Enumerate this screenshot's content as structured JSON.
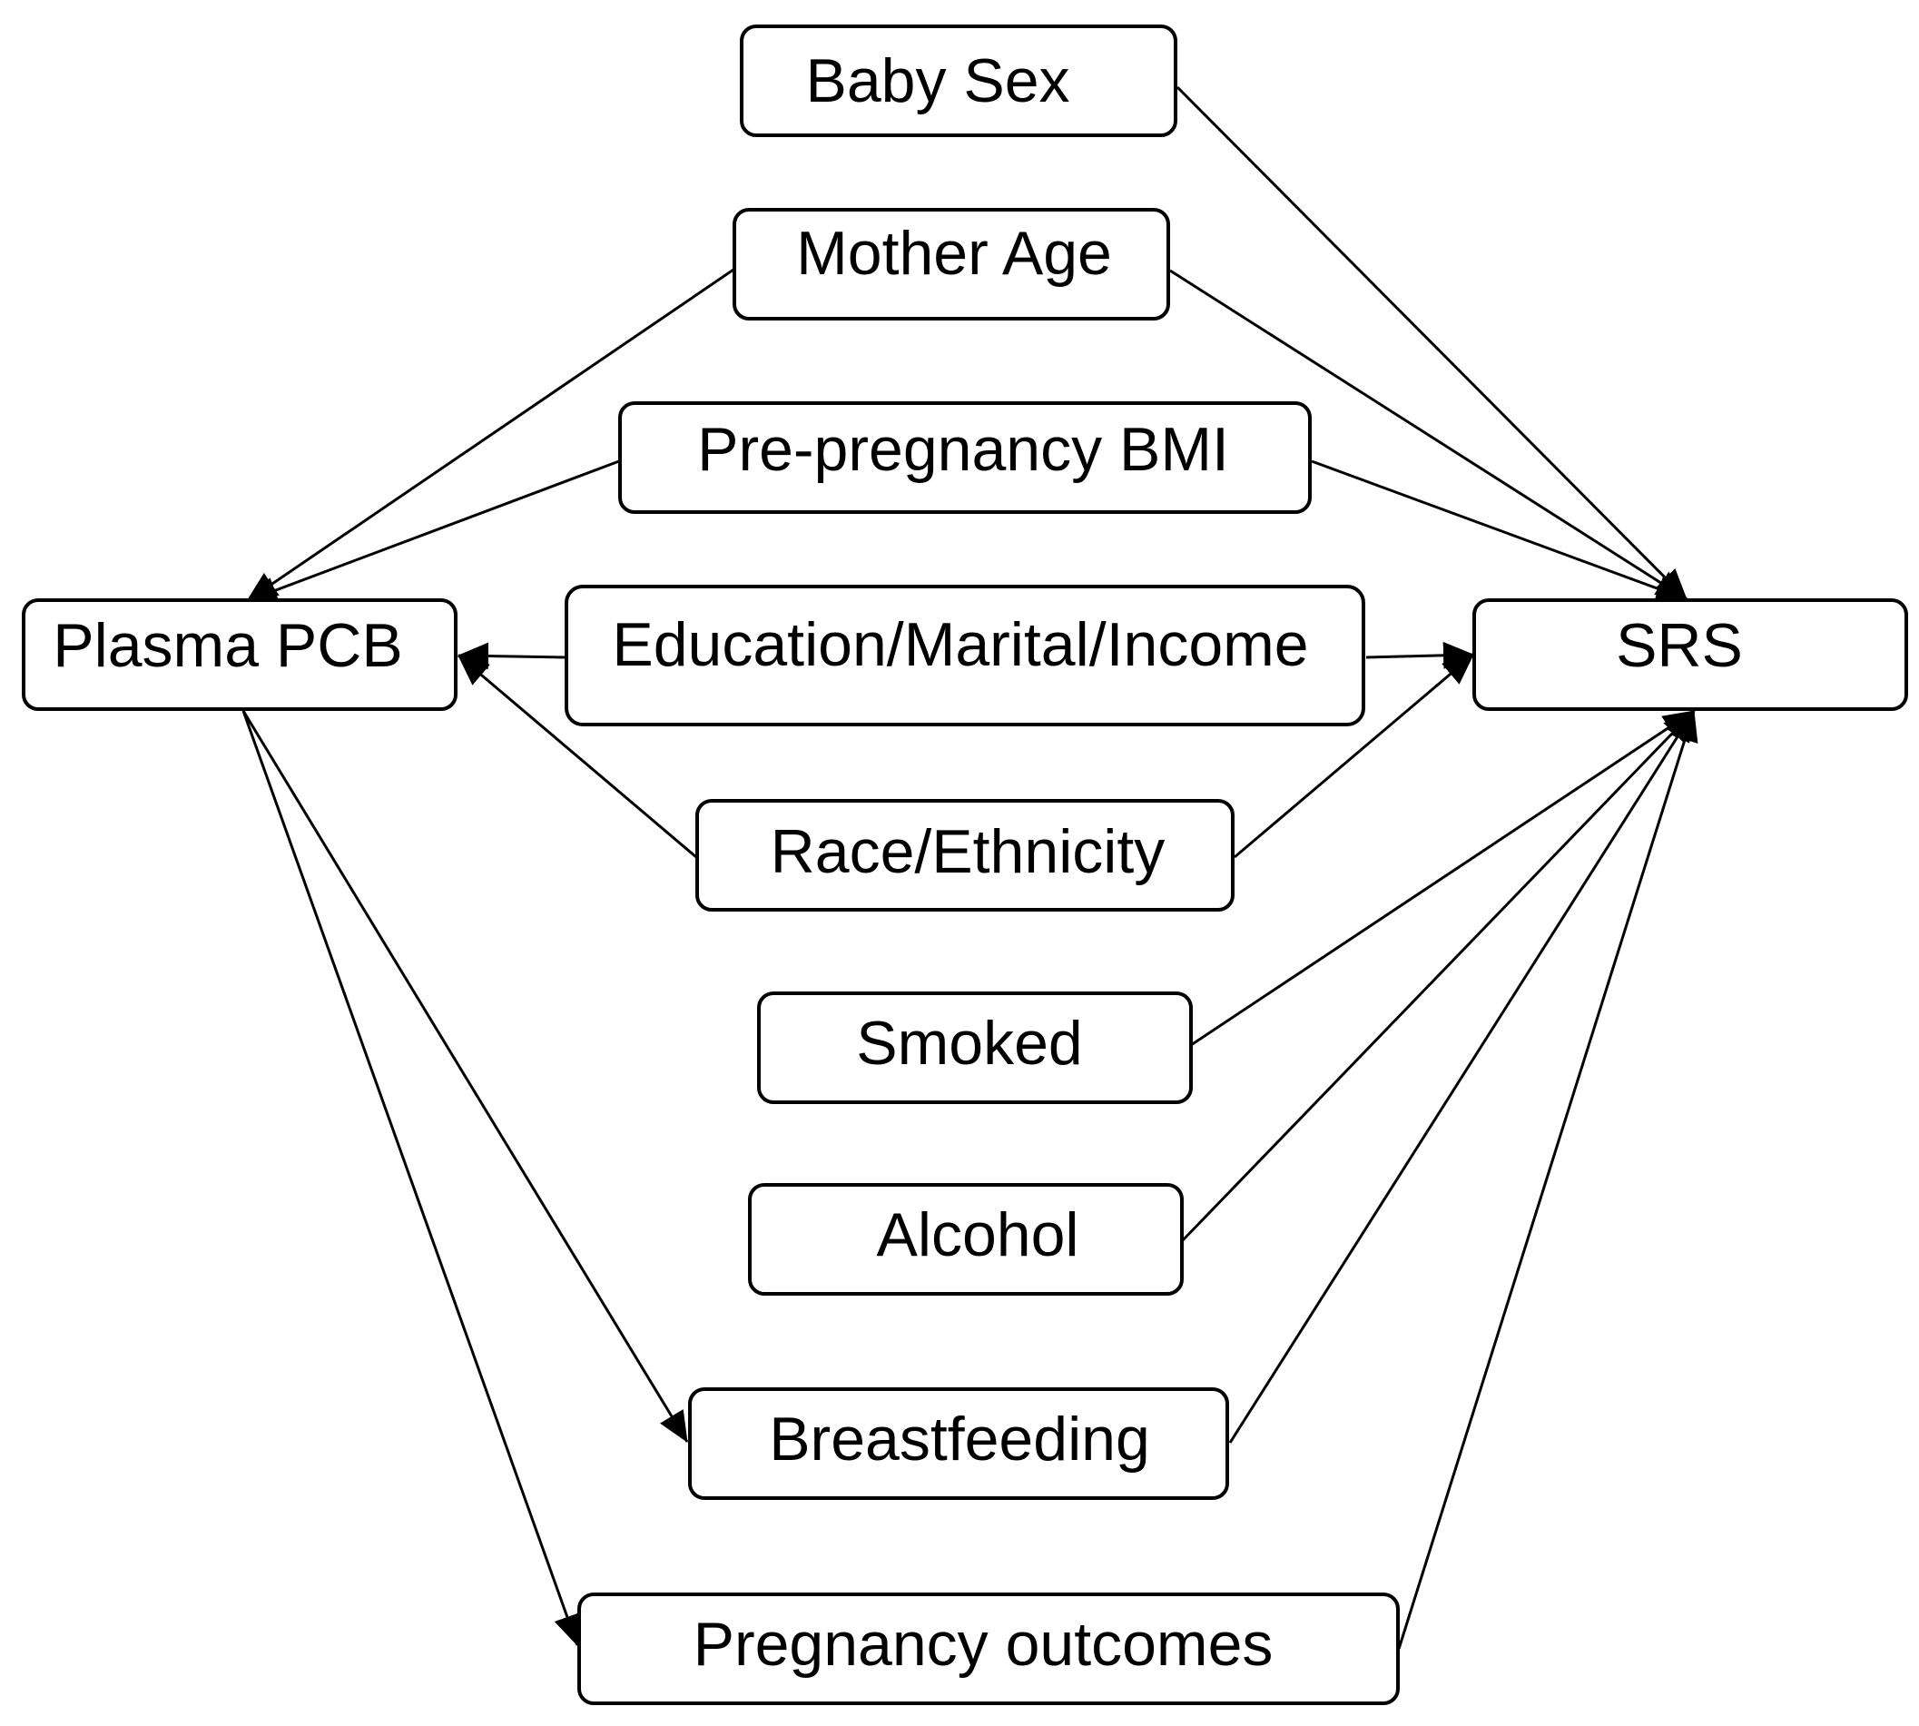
{
  "nodes": {
    "baby_sex": "Baby Sex",
    "mother_age": "Mother Age",
    "pre_pregnancy_bmi": "Pre-pregnancy BMI",
    "plasma_pcb": "Plasma PCB",
    "education": "Education/Marital/Income",
    "srs": "SRS",
    "race": "Race/Ethnicity",
    "smoked": "Smoked",
    "alcohol": "Alcohol",
    "breastfeeding": "Breastfeeding",
    "pregnancy_outcomes": "Pregnancy outcomes"
  },
  "edges": [
    {
      "from": "baby_sex",
      "to": "srs"
    },
    {
      "from": "mother_age",
      "to": "srs"
    },
    {
      "from": "mother_age",
      "to": "plasma_pcb"
    },
    {
      "from": "pre_pregnancy_bmi",
      "to": "srs"
    },
    {
      "from": "pre_pregnancy_bmi",
      "to": "plasma_pcb"
    },
    {
      "from": "education",
      "to": "plasma_pcb"
    },
    {
      "from": "education",
      "to": "srs"
    },
    {
      "from": "race",
      "to": "plasma_pcb"
    },
    {
      "from": "race",
      "to": "srs"
    },
    {
      "from": "smoked",
      "to": "srs"
    },
    {
      "from": "alcohol",
      "to": "srs"
    },
    {
      "from": "breastfeeding",
      "to": "srs"
    },
    {
      "from": "plasma_pcb",
      "to": "breastfeeding"
    },
    {
      "from": "plasma_pcb",
      "to": "pregnancy_outcomes"
    },
    {
      "from": "pregnancy_outcomes",
      "to": "srs"
    }
  ]
}
